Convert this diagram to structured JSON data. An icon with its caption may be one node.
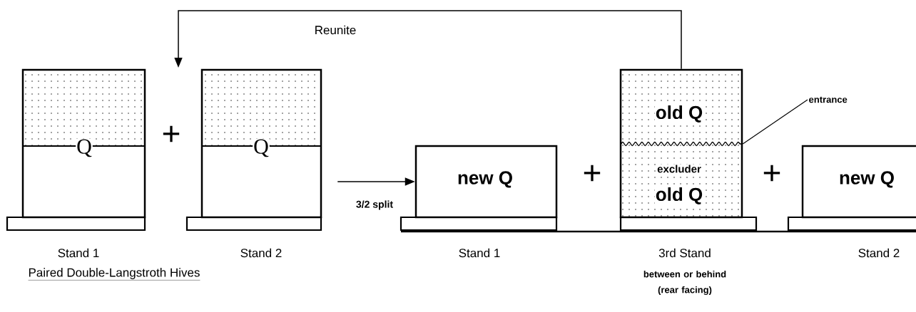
{
  "diagram": {
    "nodes": [
      {
        "text": [
          "Q"
        ],
        "beside": [
          "Stand 1"
        ]
      },
      {
        "text": [
          "Q"
        ],
        "beside": [
          "Stand 2"
        ]
      },
      {
        "text": [
          "new Q"
        ],
        "beside": [
          "Stand 1"
        ]
      },
      {
        "text": [
          "old Q",
          "excluder",
          "old Q"
        ],
        "beside": [
          "3rd Stand",
          "between or behind (rear facing)"
        ]
      },
      {
        "text": [
          "new Q"
        ],
        "beside": [
          "Stand 2"
        ]
      },
      {
        "text": [
          "entrance"
        ]
      }
    ],
    "edges": [
      {
        "from": 3,
        "to": null,
        "arrow": "to",
        "label": "Reunite"
      },
      {
        "from": 1,
        "to": 2,
        "arrow": "to",
        "label": "3/2 split"
      },
      {
        "from": 5,
        "to": 3,
        "arrow": "none"
      }
    ],
    "labels": [
      "+",
      "+",
      "+",
      "Paired Double-Langstroth Hives"
    ]
  }
}
